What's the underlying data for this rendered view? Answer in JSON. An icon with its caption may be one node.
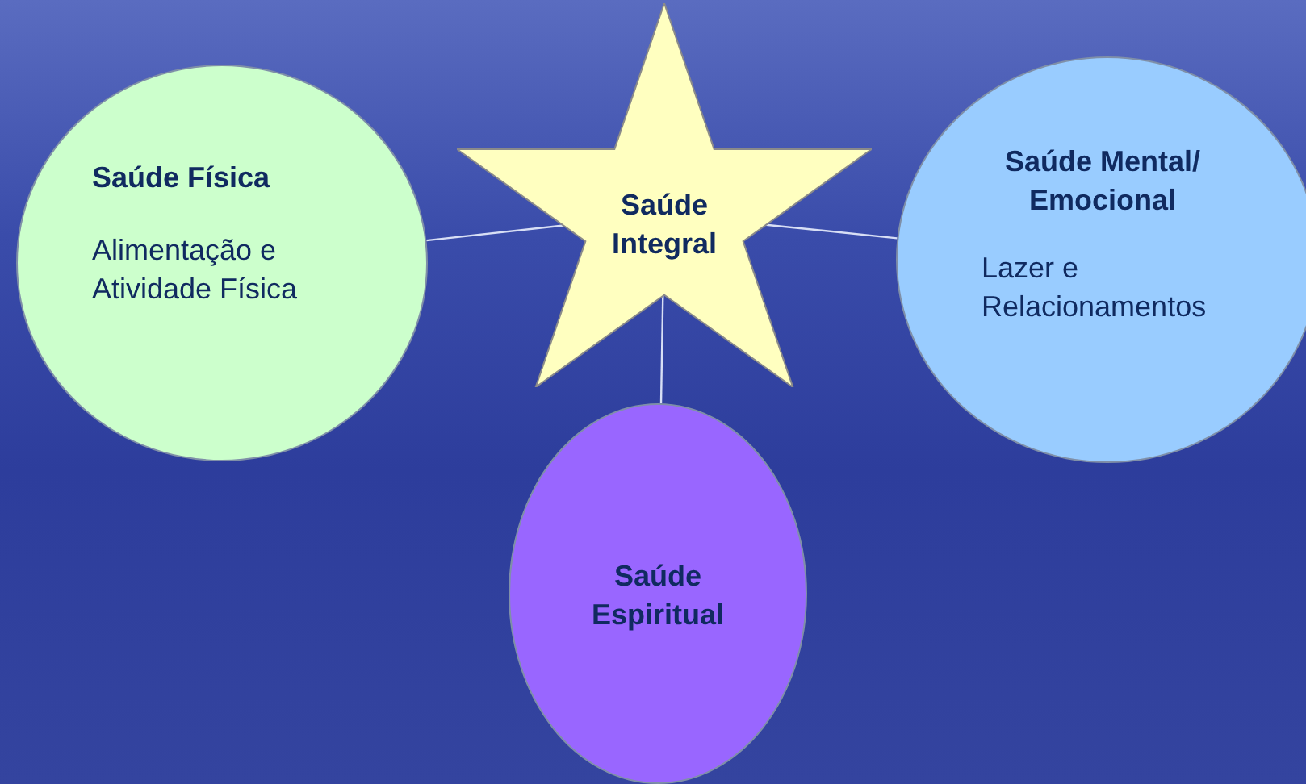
{
  "diagram": {
    "nodes": [
      {
        "text": [
          "Saúde Integral"
        ]
      },
      {
        "text": [
          "Saúde Física",
          "Alimentação e Atividade Física"
        ]
      },
      {
        "text": [
          "Saúde Mental/ Emocional",
          "Lazer e Relacionamentos"
        ]
      },
      {
        "text": [
          "Saúde Espiritual"
        ]
      }
    ],
    "edges": [
      {
        "from": 0,
        "to": 1,
        "arrow": "none"
      },
      {
        "from": 0,
        "to": 2,
        "arrow": "none"
      },
      {
        "from": 0,
        "to": 3,
        "arrow": "none"
      }
    ]
  }
}
